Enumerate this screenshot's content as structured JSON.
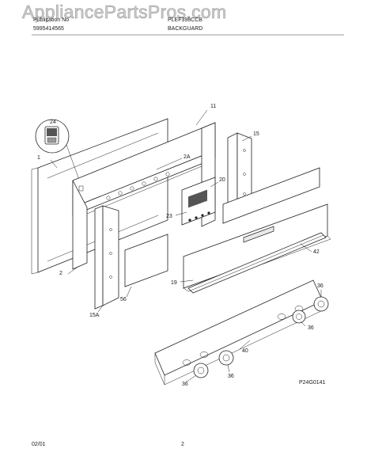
{
  "header": {
    "pub_no_label": "Publication No",
    "pub_no": "5995414565",
    "model": "PLEF398CCB",
    "section": "BACKGUARD"
  },
  "watermark": "AppliancePartsPros.com",
  "callouts": {
    "c24": "24",
    "c1": "1",
    "c11": "11",
    "c15": "15",
    "c2a": "2A",
    "c20": "20",
    "c23": "23",
    "c42": "42",
    "c2": "2",
    "c19": "19",
    "c56": "56",
    "c15a": "15A",
    "c36a": "36",
    "c36b": "36",
    "c40": "40",
    "c36c": "36",
    "c36d": "36"
  },
  "diagram_code": "P24G0141",
  "footer": {
    "date": "02/01",
    "page": "2"
  }
}
